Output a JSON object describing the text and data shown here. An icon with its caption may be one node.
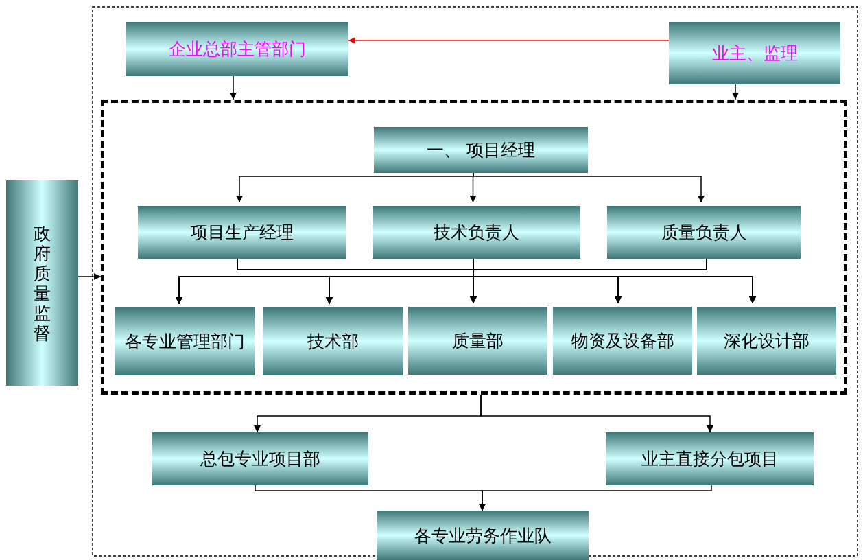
{
  "diagram": {
    "nodes": [
      {
        "text": [
          "企业总部主管部门"
        ]
      },
      {
        "text": [
          "业主、监理"
        ]
      },
      {
        "text": [],
        "shape": "box"
      },
      {
        "text": [
          "一、 项目经理"
        ],
        "in": 2
      },
      {
        "text": [
          "项目生产经理"
        ],
        "in": 2
      },
      {
        "text": [
          "技术负责人"
        ],
        "in": 2
      },
      {
        "text": [
          "质量负责人"
        ],
        "in": 2
      },
      {
        "text": [
          "各专业管理部门"
        ],
        "in": 2
      },
      {
        "text": [
          "技术部"
        ],
        "in": 2
      },
      {
        "text": [
          "质量部"
        ],
        "in": 2
      },
      {
        "text": [
          "物资及设备部"
        ],
        "in": 2
      },
      {
        "text": [
          "深化设计部"
        ],
        "in": 2
      },
      {
        "text": [
          "政府质量监督"
        ]
      },
      {
        "text": [
          "总包专业项目部"
        ]
      },
      {
        "text": [
          "业主直接分包项目"
        ]
      },
      {
        "text": [
          "各专业劳务作业队"
        ]
      }
    ],
    "edges": [
      {
        "from": 1,
        "to": 0,
        "arrow": "to",
        "color": "#ff0000"
      },
      {
        "from": 0,
        "to": 2,
        "arrow": "to"
      },
      {
        "from": 1,
        "to": 2,
        "arrow": "to"
      },
      {
        "from": 3,
        "to": 4,
        "arrow": "to"
      },
      {
        "from": 3,
        "to": 5,
        "arrow": "to"
      },
      {
        "from": 3,
        "to": 6,
        "arrow": "to"
      },
      {
        "from": 4,
        "to": 7,
        "arrow": "to"
      },
      {
        "from": 4,
        "to": 8,
        "arrow": "to"
      },
      {
        "from": 4,
        "to": 9,
        "arrow": "to"
      },
      {
        "from": 4,
        "to": 10,
        "arrow": "to"
      },
      {
        "from": 4,
        "to": 11,
        "arrow": "to"
      },
      {
        "from": 5,
        "to": 7,
        "arrow": "to"
      },
      {
        "from": 5,
        "to": 8,
        "arrow": "to"
      },
      {
        "from": 5,
        "to": 9,
        "arrow": "to"
      },
      {
        "from": 5,
        "to": 10,
        "arrow": "to"
      },
      {
        "from": 5,
        "to": 11,
        "arrow": "to"
      },
      {
        "from": 6,
        "to": 7,
        "arrow": "to"
      },
      {
        "from": 6,
        "to": 8,
        "arrow": "to"
      },
      {
        "from": 6,
        "to": 9,
        "arrow": "to"
      },
      {
        "from": 6,
        "to": 10,
        "arrow": "to"
      },
      {
        "from": 6,
        "to": 11,
        "arrow": "to"
      },
      {
        "from": 12,
        "to": 2,
        "arrow": "to"
      },
      {
        "from": 2,
        "to": 13,
        "arrow": "to"
      },
      {
        "from": 2,
        "to": 14,
        "arrow": "to"
      },
      {
        "from": 13,
        "to": 15,
        "arrow": "to"
      },
      {
        "from": 14,
        "to": 15,
        "arrow": "to"
      }
    ]
  }
}
